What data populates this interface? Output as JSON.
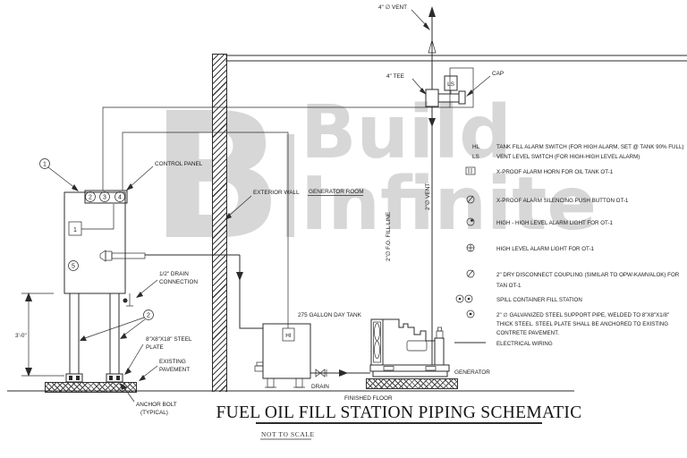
{
  "watermark": {
    "logo": "B",
    "line1": "Build",
    "line2": "Infinite"
  },
  "title_block": {
    "title": "FUEL OIL FILL STATION PIPING SCHEMATIC",
    "scale_note": "NOT TO SCALE"
  },
  "labels": {
    "vent_top": "4\" ∅ VENT",
    "tee": "4\" TEE",
    "cap": "CAP",
    "ls": "LS",
    "hi": "HI",
    "control_panel": "CONTROL PANEL",
    "exterior_wall": "EXTERIOR WALL",
    "generator_room": "GENERATOR ROOM",
    "fill_line_vertical": "2\"∅ F.O. FILL LINE",
    "vent_vertical": "2\"∅ VENT",
    "drain_connection_1": "1/2\" DRAIN",
    "drain_connection_2": "CONNECTION",
    "day_tank": "275 GALLON DAY TANK",
    "drain": "DRAIN",
    "finished_floor": "FINISHED FLOOR",
    "generator": "GENERATOR",
    "dimension_3ft": "3'-0\"",
    "steel_plate_1": "8\"X8\"X18\" STEEL",
    "steel_plate_2": "PLATE",
    "existing_pavement_1": "EXISTING",
    "existing_pavement_2": "PAVEMENT",
    "anchor_bolt_1": "ANCHOR BOLT",
    "anchor_bolt_2": "(TYPICAL)"
  },
  "callouts": {
    "c1": "1",
    "c2": "2",
    "c3": "3",
    "c4": "4",
    "c5": "5",
    "box1": "1",
    "c2b": "2"
  },
  "legend": [
    {
      "key": "HL",
      "lines": [
        "TANK FILL ALARM SWITCH (FOR HIGH ALARM, SET @ TANK 90% FULL)"
      ]
    },
    {
      "key": "LS",
      "lines": [
        "VENT LEVEL SWITCH (FOR HIGH-HIGH LEVEL ALARM)"
      ]
    },
    {
      "key": "alarm-horn",
      "lines": [
        "X-PROOF ALARM HORN FOR OIL TANK OT-1"
      ]
    },
    {
      "key": "push-button",
      "lines": [
        "X-PROOF ALARM SILENCING PUSH BUTTON OT-1"
      ]
    },
    {
      "key": "high-high-level-light",
      "lines": [
        "HIGH - HIGH LEVEL ALARM LIGHT FOR OT-1"
      ]
    },
    {
      "key": "high-level-light",
      "lines": [
        "HIGH LEVEL ALARM LIGHT FOR OT-1"
      ]
    },
    {
      "key": "dry-disconnect-coupling",
      "lines": [
        "2\" DRY DISCONNECT COUPLING (SIMILAR TO OPW-KAMVALOK) FOR",
        "TAN OT-1"
      ]
    },
    {
      "key": "spill-container",
      "lines": [
        "SPILL CONTAINER FILL STATION"
      ]
    },
    {
      "key": "support-pipe",
      "lines": [
        "2\" ∅ GALVANIZED STEEL SUPPORT PIPE, WELDED TO 8\"X8\"X1/8\"",
        "THICK STEEL. STEEL PLATE SHALL BE ANCHORED TO EXISTING",
        "CONTRETE PAVEMENT."
      ]
    },
    {
      "key": "electrical-wiring",
      "lines": [
        "ELECTRICAL WIRING"
      ]
    }
  ]
}
